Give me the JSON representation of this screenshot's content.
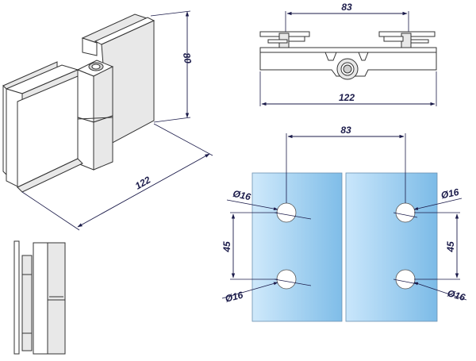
{
  "colors": {
    "line": "#1b1b4a",
    "glass_light": "#cfe9fb",
    "glass_dark": "#7fbde8",
    "outline": "#333333",
    "hole": "#ffffff"
  },
  "iso_view": {
    "height_dim": "80",
    "width_dim": "122"
  },
  "top_view": {
    "hole_spacing_dim": "83",
    "width_dim": "122"
  },
  "front_view": {
    "hole_spacing_dim": "83",
    "vertical_spacing_left": "45",
    "vertical_spacing_right": "45",
    "hole_top_left": "Ø16",
    "hole_top_right": "Ø16",
    "hole_bottom_left": "Ø16",
    "hole_bottom_right": "Ø16"
  }
}
